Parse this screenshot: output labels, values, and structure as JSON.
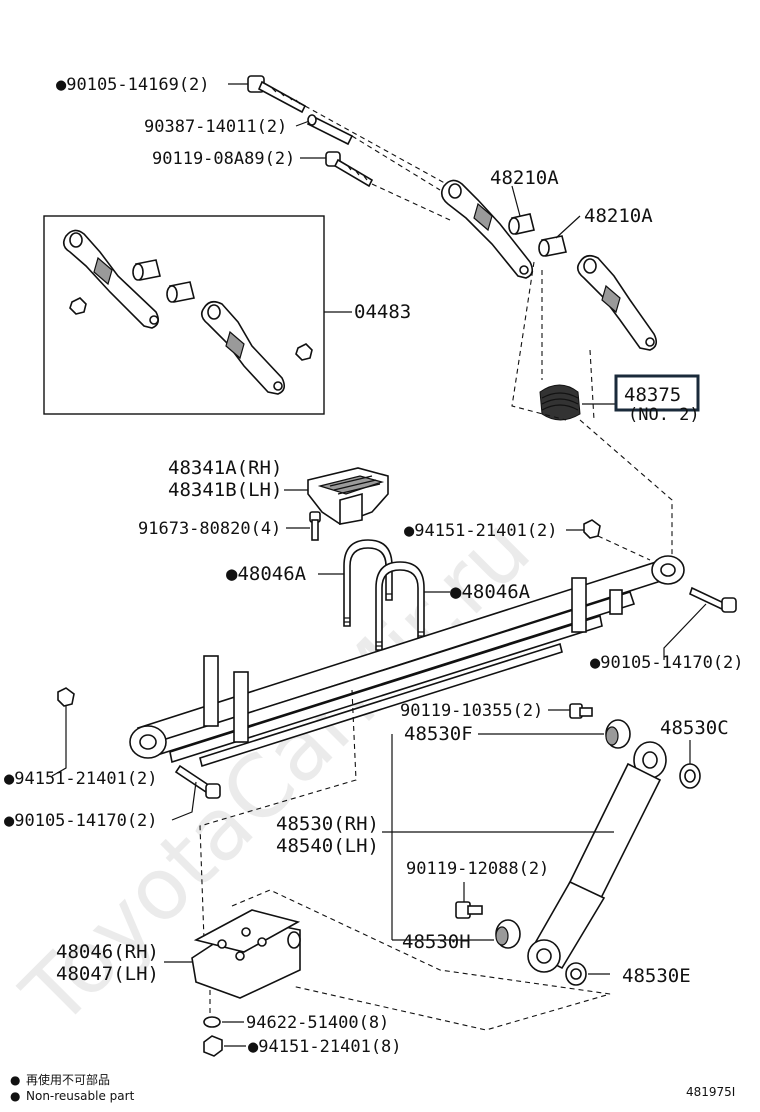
{
  "watermark": "ToyotaCarMir.ru",
  "diagram_code": "481975I",
  "highlighted_part": "48375",
  "parts": {
    "p90105_14169": "●90105-14169(2)",
    "p90387_14011": "90387-14011(2)",
    "p90119_08A89": "90119-08A89(2)",
    "p48210A_1": "48210A",
    "p48210A_2": "48210A",
    "p04483": "04483",
    "p48375": "48375",
    "p48375_note": "(NO. 2)",
    "p48341A": "48341A(RH)",
    "p48341B": "48341B(LH)",
    "p91673_80820": "91673-80820(4)",
    "p94151_21401_top": "●94151-21401(2)",
    "p48046A_left": "●48046A",
    "p48046A_right": "●48046A",
    "p90105_14170_right": "●90105-14170(2)",
    "p90119_10355": "90119-10355(2)",
    "p48530F": "48530F",
    "p48530C": "48530C",
    "p94151_21401_left": "●94151-21401(2)",
    "p90105_14170_left": "●90105-14170(2)",
    "p48530_RH": "48530(RH)",
    "p48540_LH": "48540(LH)",
    "p90119_12088": "90119-12088(2)",
    "p48530H": "48530H",
    "p48046_RH": "48046(RH)",
    "p48047_LH": "48047(LH)",
    "p48530E": "48530E",
    "p94622_51400": "94622-51400(8)",
    "p94151_21401_bottom": "●94151-21401(8)"
  },
  "legend": {
    "symbol": "●",
    "text_cn": "再使用不可部品",
    "text_en": "Non-reusable part"
  }
}
